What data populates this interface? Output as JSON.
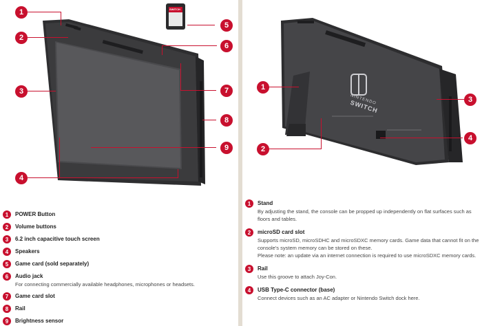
{
  "front": {
    "callouts": [
      "1",
      "2",
      "3",
      "4",
      "5",
      "6",
      "7",
      "8",
      "9"
    ],
    "legend": [
      {
        "num": "1",
        "title": "POWER Button",
        "desc": ""
      },
      {
        "num": "2",
        "title": "Volume buttons",
        "desc": ""
      },
      {
        "num": "3",
        "title": "6.2 inch capacitive touch screen",
        "desc": ""
      },
      {
        "num": "4",
        "title": "Speakers",
        "desc": ""
      },
      {
        "num": "5",
        "title": "Game card (sold separately)",
        "desc": ""
      },
      {
        "num": "6",
        "title": "Audio jack",
        "desc": "For connecting commercially available headphones, microphones or headsets."
      },
      {
        "num": "7",
        "title": "Game card slot",
        "desc": ""
      },
      {
        "num": "8",
        "title": "Rail",
        "desc": ""
      },
      {
        "num": "9",
        "title": "Brightness sensor",
        "desc": ""
      }
    ],
    "gamecard_brand": "SWITCH"
  },
  "back": {
    "callouts": [
      "1",
      "2",
      "3",
      "4"
    ],
    "logo_text_1": "NINTENDO",
    "logo_text_2": "SWITCH",
    "legend": [
      {
        "num": "1",
        "title": "Stand",
        "desc": "By adjusting the stand, the console can be propped up independently on flat surfaces such as floors and tables."
      },
      {
        "num": "2",
        "title": "microSD card slot",
        "desc": "Supports microSD, microSDHC and microSDXC memory cards. Game data that cannot fit on the console's system memory can be stored on these.",
        "note": "Please note: an update via an internet connection is required to use microSDXC memory cards."
      },
      {
        "num": "3",
        "title": "Rail",
        "desc": "Use this groove to attach Joy-Con."
      },
      {
        "num": "4",
        "title": "USB Type-C connector (base)",
        "desc": "Connect devices such as an AC adapter or Nintendo Switch dock here."
      }
    ]
  },
  "colors": {
    "accent": "#c8102e",
    "divider": "#e3ddd2",
    "device": "#3a3a3c"
  }
}
